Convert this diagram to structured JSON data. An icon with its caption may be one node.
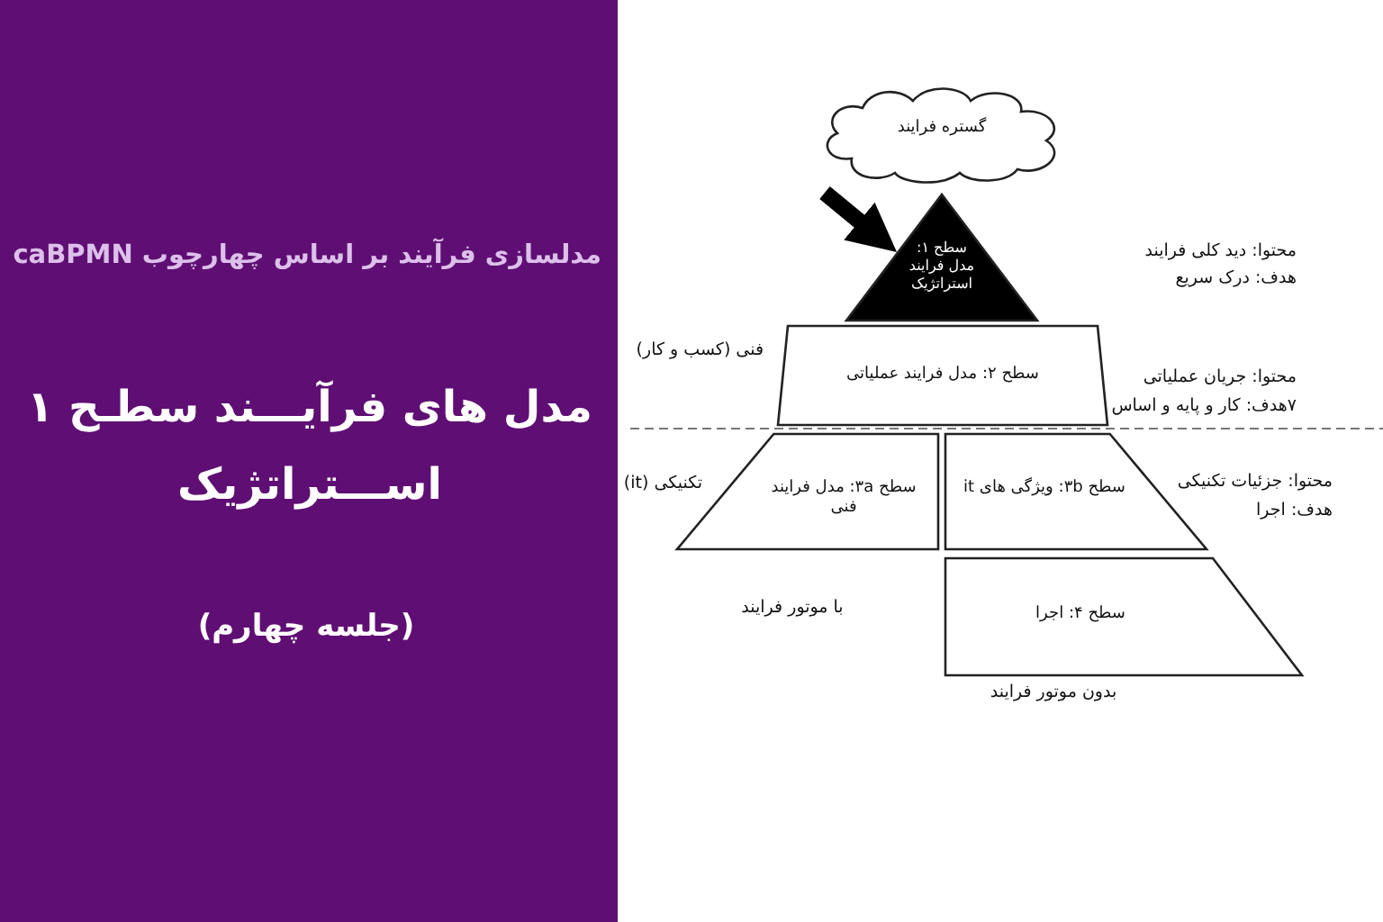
{
  "diagram": {
    "title": "مدل های فرآیـــند سطـح ۱ اســـتراتژیک",
    "nodes": [
      {
        "text": [
          "گستره فرایند"
        ]
      },
      {
        "text": [
          "سطح ۱: مدل فرایند استراتژیک"
        ],
        "beside": [
          "محتوا: دید کلی فرایند",
          "هدف: درک سریع"
        ]
      },
      {
        "text": [
          "سطح ۲: مدل فرایند عملیاتی"
        ],
        "beside": [
          "محتوا: جریان عملیاتی",
          "۷هدف: کار و پایه و اساس"
        ]
      },
      {
        "text": [
          "سطح ۳a: مدل فرایند فنی"
        ]
      },
      {
        "text": [
          "سطح ۳b: ویژگی های it"
        ],
        "beside": [
          "محتوا: جزئیات تکنیکی",
          "هدف: اجرا"
        ]
      },
      {
        "text": [
          "سطح ۴: اجرا"
        ],
        "beside": [
          "بدون موتور فرایند"
        ]
      }
    ],
    "edges": [
      {
        "from": null,
        "to": 1,
        "arrow": "to"
      }
    ],
    "labels": [
      "مدلسازی فرآیند بر اساس چهارچوب caBPMN",
      "(جلسه چهارم)",
      "فنی (کسب و کار)",
      "تکنیکی (it)",
      "با موتور فرایند"
    ]
  }
}
